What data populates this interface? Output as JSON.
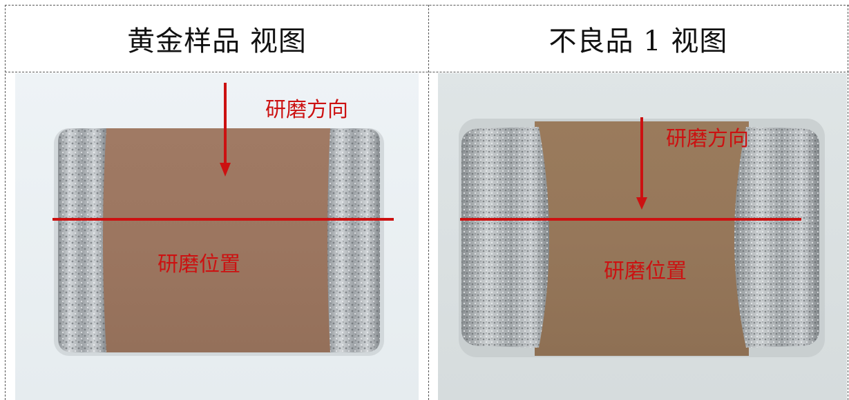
{
  "panels": [
    {
      "title": "黄金样品 视图",
      "grind_direction_label": "研磨方向",
      "grind_position_label": "研磨位置"
    },
    {
      "title": "不良品 1 视图",
      "grind_direction_label": "研磨方向",
      "grind_position_label": "研磨位置"
    }
  ],
  "colors": {
    "annotation": "#cc1111",
    "ceramic_body_left": "#9c7660",
    "ceramic_body_right": "#96775a",
    "terminal_metal": "#b8bcc0",
    "background_left": "#eef3f6",
    "background_right": "#dfe5e6"
  }
}
